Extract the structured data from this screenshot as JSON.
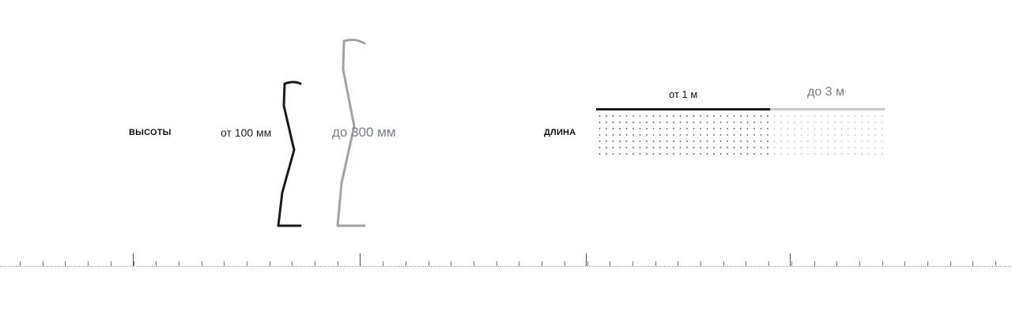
{
  "height_section": {
    "label": "ВЫСОТЫ",
    "from_text": "от 100 мм",
    "to_text": "до 300 мм"
  },
  "length_section": {
    "label": "ДЛИНА",
    "from_text": "от 1 м",
    "to_text": "до 3 м"
  },
  "colors": {
    "primary": "#1a1a1a",
    "secondary": "#a3a3a3",
    "muted_text": "#7b7f86"
  },
  "icons": [
    "short-profile-icon",
    "tall-profile-icon",
    "length-bar-icon",
    "ruler-icon"
  ]
}
